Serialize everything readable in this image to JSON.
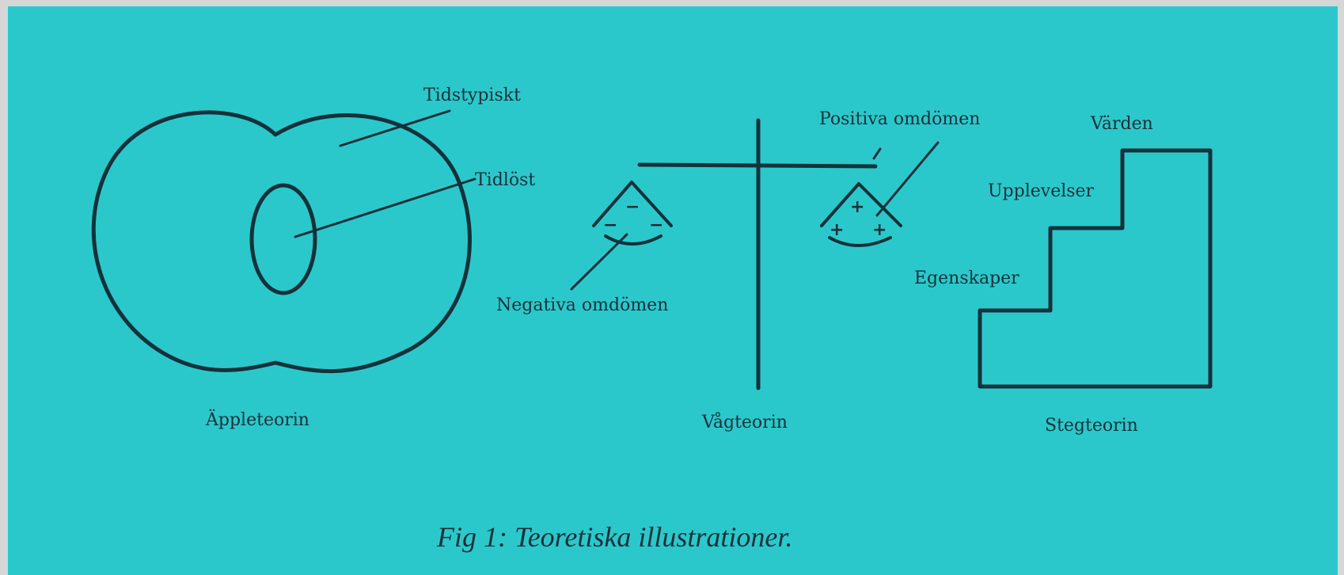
{
  "apple": {
    "label_outer": "Tidstypiskt",
    "label_inner": "Tidlöst",
    "caption": "Äppleteorin"
  },
  "scale": {
    "label_positive": "Positiva omdömen",
    "label_negative": "Negativa omdömen",
    "caption": "Vågteorin",
    "negative_signs": [
      "−",
      "−",
      "−"
    ],
    "positive_signs": [
      "+",
      "+",
      "+"
    ]
  },
  "steps": {
    "label_top": "Värden",
    "label_middle": "Upplevelser",
    "label_bottom": "Egenskaper",
    "caption": "Stegteorin"
  },
  "figure_caption": "Fig 1: Teoretiska illustrationer."
}
